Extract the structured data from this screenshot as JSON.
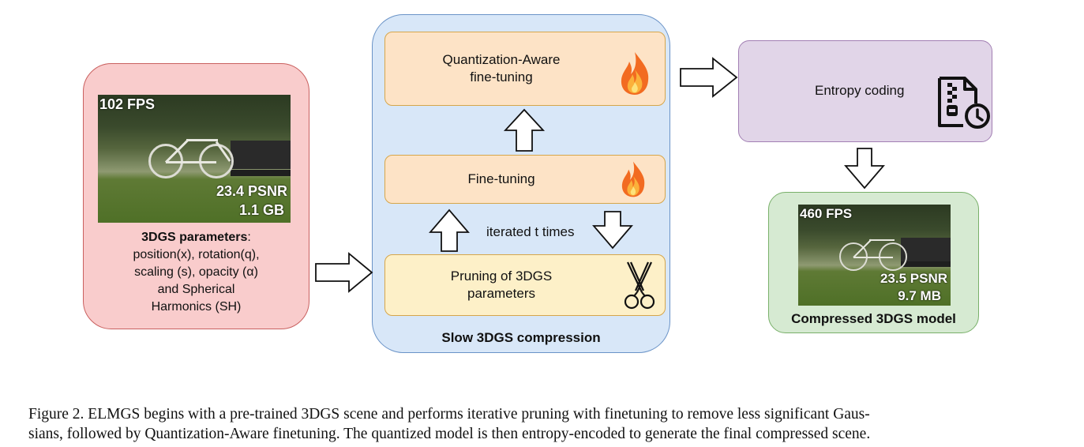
{
  "input": {
    "fps": "102 FPS",
    "psnr": "23.4 PSNR",
    "size": "1.1 GB",
    "params_title": "3DGS parameters",
    "params_colon": ":",
    "params_lines": [
      "position(x), rotation(q),",
      "scaling (s), opacity (α)",
      "and Spherical",
      "Harmonics (SH)"
    ]
  },
  "middle": {
    "quant_line1": "Quantization-Aware",
    "quant_line2": "fine-tuning",
    "finetune": "Fine-tuning",
    "iterated": "iterated t times",
    "prune_line1": "Pruning of 3DGS",
    "prune_line2": "parameters",
    "title": "Slow 3DGS compression"
  },
  "entropy": {
    "label": "Entropy coding"
  },
  "output": {
    "fps": "460 FPS",
    "psnr": "23.5 PSNR",
    "size": "9.7 MB",
    "title": "Compressed 3DGS model"
  },
  "caption": {
    "line1": "Figure 2. ELMGS begins with a pre-trained 3DGS scene and performs iterative pruning with finetuning to remove less significant Gaus-",
    "line2": "sians, followed by Quantization-Aware finetuning. The quantized model is then entropy-encoded to generate the final compressed scene."
  },
  "icons": [
    "fire-icon",
    "scissors-icon",
    "compressed-file-clock-icon",
    "hollow-arrow-icon"
  ],
  "colors": {
    "input_panel": "#f9cccc",
    "middle_panel": "#d8e7f8",
    "finetune_stage": "#fde3c6",
    "prune_stage": "#fdf0c8",
    "entropy_panel": "#e1d5e8",
    "output_panel": "#d6ead2"
  }
}
